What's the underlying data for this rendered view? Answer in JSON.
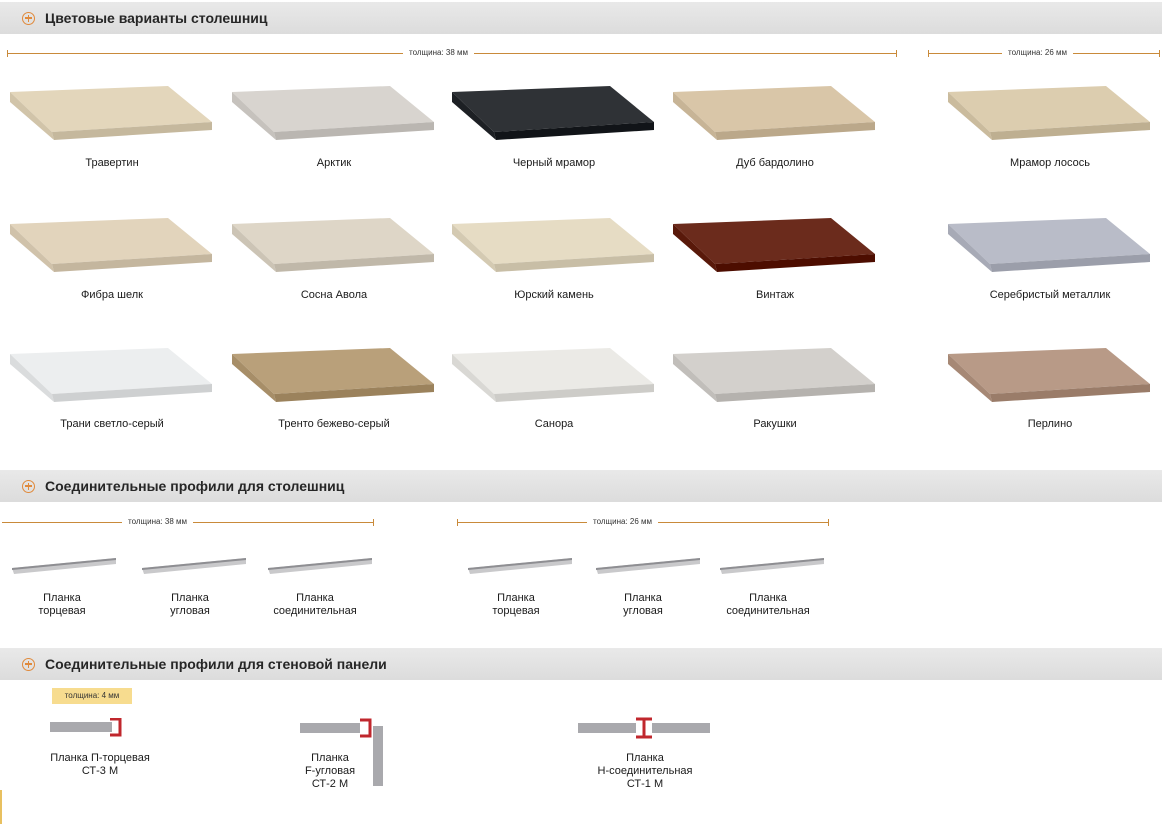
{
  "sections": {
    "colors": "Цветовые варианты столешниц",
    "profiles": "Соединительные профили для столешниц",
    "panels": "Соединительные профили для стеновой панели"
  },
  "thickness": {
    "t38": "толщина: 38 мм",
    "t26": "толщина: 26 мм",
    "t4": "толщина: 4 мм"
  },
  "slabs": [
    {
      "name": "Травертин",
      "color": "#e3d6bb"
    },
    {
      "name": "Арктик",
      "color": "#d8d4cf"
    },
    {
      "name": "Черный мрамор",
      "color": "#2f3236"
    },
    {
      "name": "Дуб бардолино",
      "color": "#d9c6a8"
    },
    {
      "name": "Мрамор лосось",
      "color": "#dccdaf"
    },
    {
      "name": "Фибра шелк",
      "color": "#e2d4bc"
    },
    {
      "name": "Сосна Авола",
      "color": "#ded6c7"
    },
    {
      "name": "Юрский камень",
      "color": "#e6dcc4"
    },
    {
      "name": "Винтаж",
      "color": "#6b2b1c"
    },
    {
      "name": "Серебристый металлик",
      "color": "#b9bcc8"
    },
    {
      "name": "Трани светло-серый",
      "color": "#eceeef"
    },
    {
      "name": "Тренто бежево-серый",
      "color": "#b9a07a"
    },
    {
      "name": "Санора",
      "color": "#ebeae6"
    },
    {
      "name": "Ракушки",
      "color": "#d3d0cc"
    },
    {
      "name": "Перлино",
      "color": "#b89a87"
    }
  ],
  "profiles": [
    {
      "line1": "Планка",
      "line2": "торцевая"
    },
    {
      "line1": "Планка",
      "line2": "угловая"
    },
    {
      "line1": "Планка",
      "line2": "соединительная"
    },
    {
      "line1": "Планка",
      "line2": "торцевая"
    },
    {
      "line1": "Планка",
      "line2": "угловая"
    },
    {
      "line1": "Планка",
      "line2": "соединительная"
    }
  ],
  "panels": [
    {
      "line1": "Планка П-торцевая",
      "line2": "СТ-3 М",
      "line3": ""
    },
    {
      "line1": "Планка",
      "line2": "F-угловая",
      "line3": "СТ-2 М"
    },
    {
      "line1": "Планка",
      "line2": "Н-соединительная",
      "line3": "СТ-1 М"
    }
  ]
}
